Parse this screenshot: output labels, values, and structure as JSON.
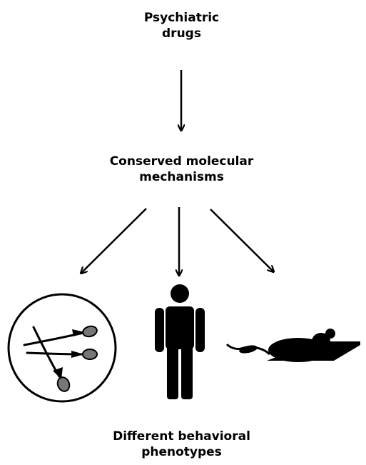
{
  "nodes": {
    "top": {
      "line1": "Psychiatric",
      "line2": "drugs"
    },
    "middle": {
      "line1": "Conserved molecular",
      "line2": "mechanisms"
    },
    "bottom": {
      "line1": "Different behavioral",
      "line2": "phenotypes"
    }
  },
  "icons": [
    "worms-in-circle-icon",
    "human-figure-icon",
    "mouse-icon"
  ],
  "colors": {
    "ink": "#000000",
    "worm_head": "#777777",
    "background": "#ffffff"
  }
}
